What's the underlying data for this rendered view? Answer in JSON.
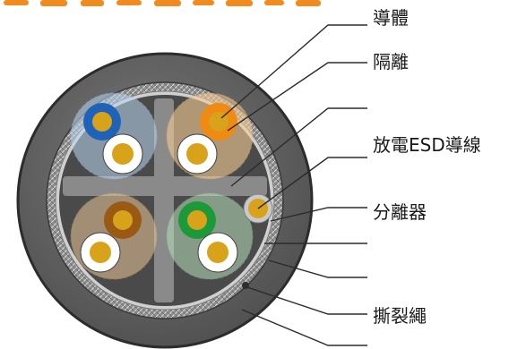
{
  "labels": {
    "conductor": "導體",
    "insulation": "隔離",
    "esd_wire": "放電ESD導線",
    "separator": "分離器",
    "ripcord": "撕裂繩"
  },
  "pairs": [
    {
      "name": "blue",
      "color": "#1f63b8",
      "halo": "#bcd7f1"
    },
    {
      "name": "orange",
      "color": "#ef8a12",
      "halo": "#f4cc96"
    },
    {
      "name": "brown",
      "color": "#9a5a14",
      "halo": "#e8c697"
    },
    {
      "name": "green",
      "color": "#1c9a3a",
      "halo": "#b9e0bc"
    }
  ],
  "colors": {
    "jacket": "#6a6a6a",
    "jacket_dark": "#3c3c3c",
    "braid": "#9b9b9b",
    "core_bg": "#4a4a4a",
    "separator": "#8a8a8a",
    "conductor_gold": "#d9a21b",
    "header_orange": "#f28b1f",
    "leader_line": "#2b2b2b"
  }
}
